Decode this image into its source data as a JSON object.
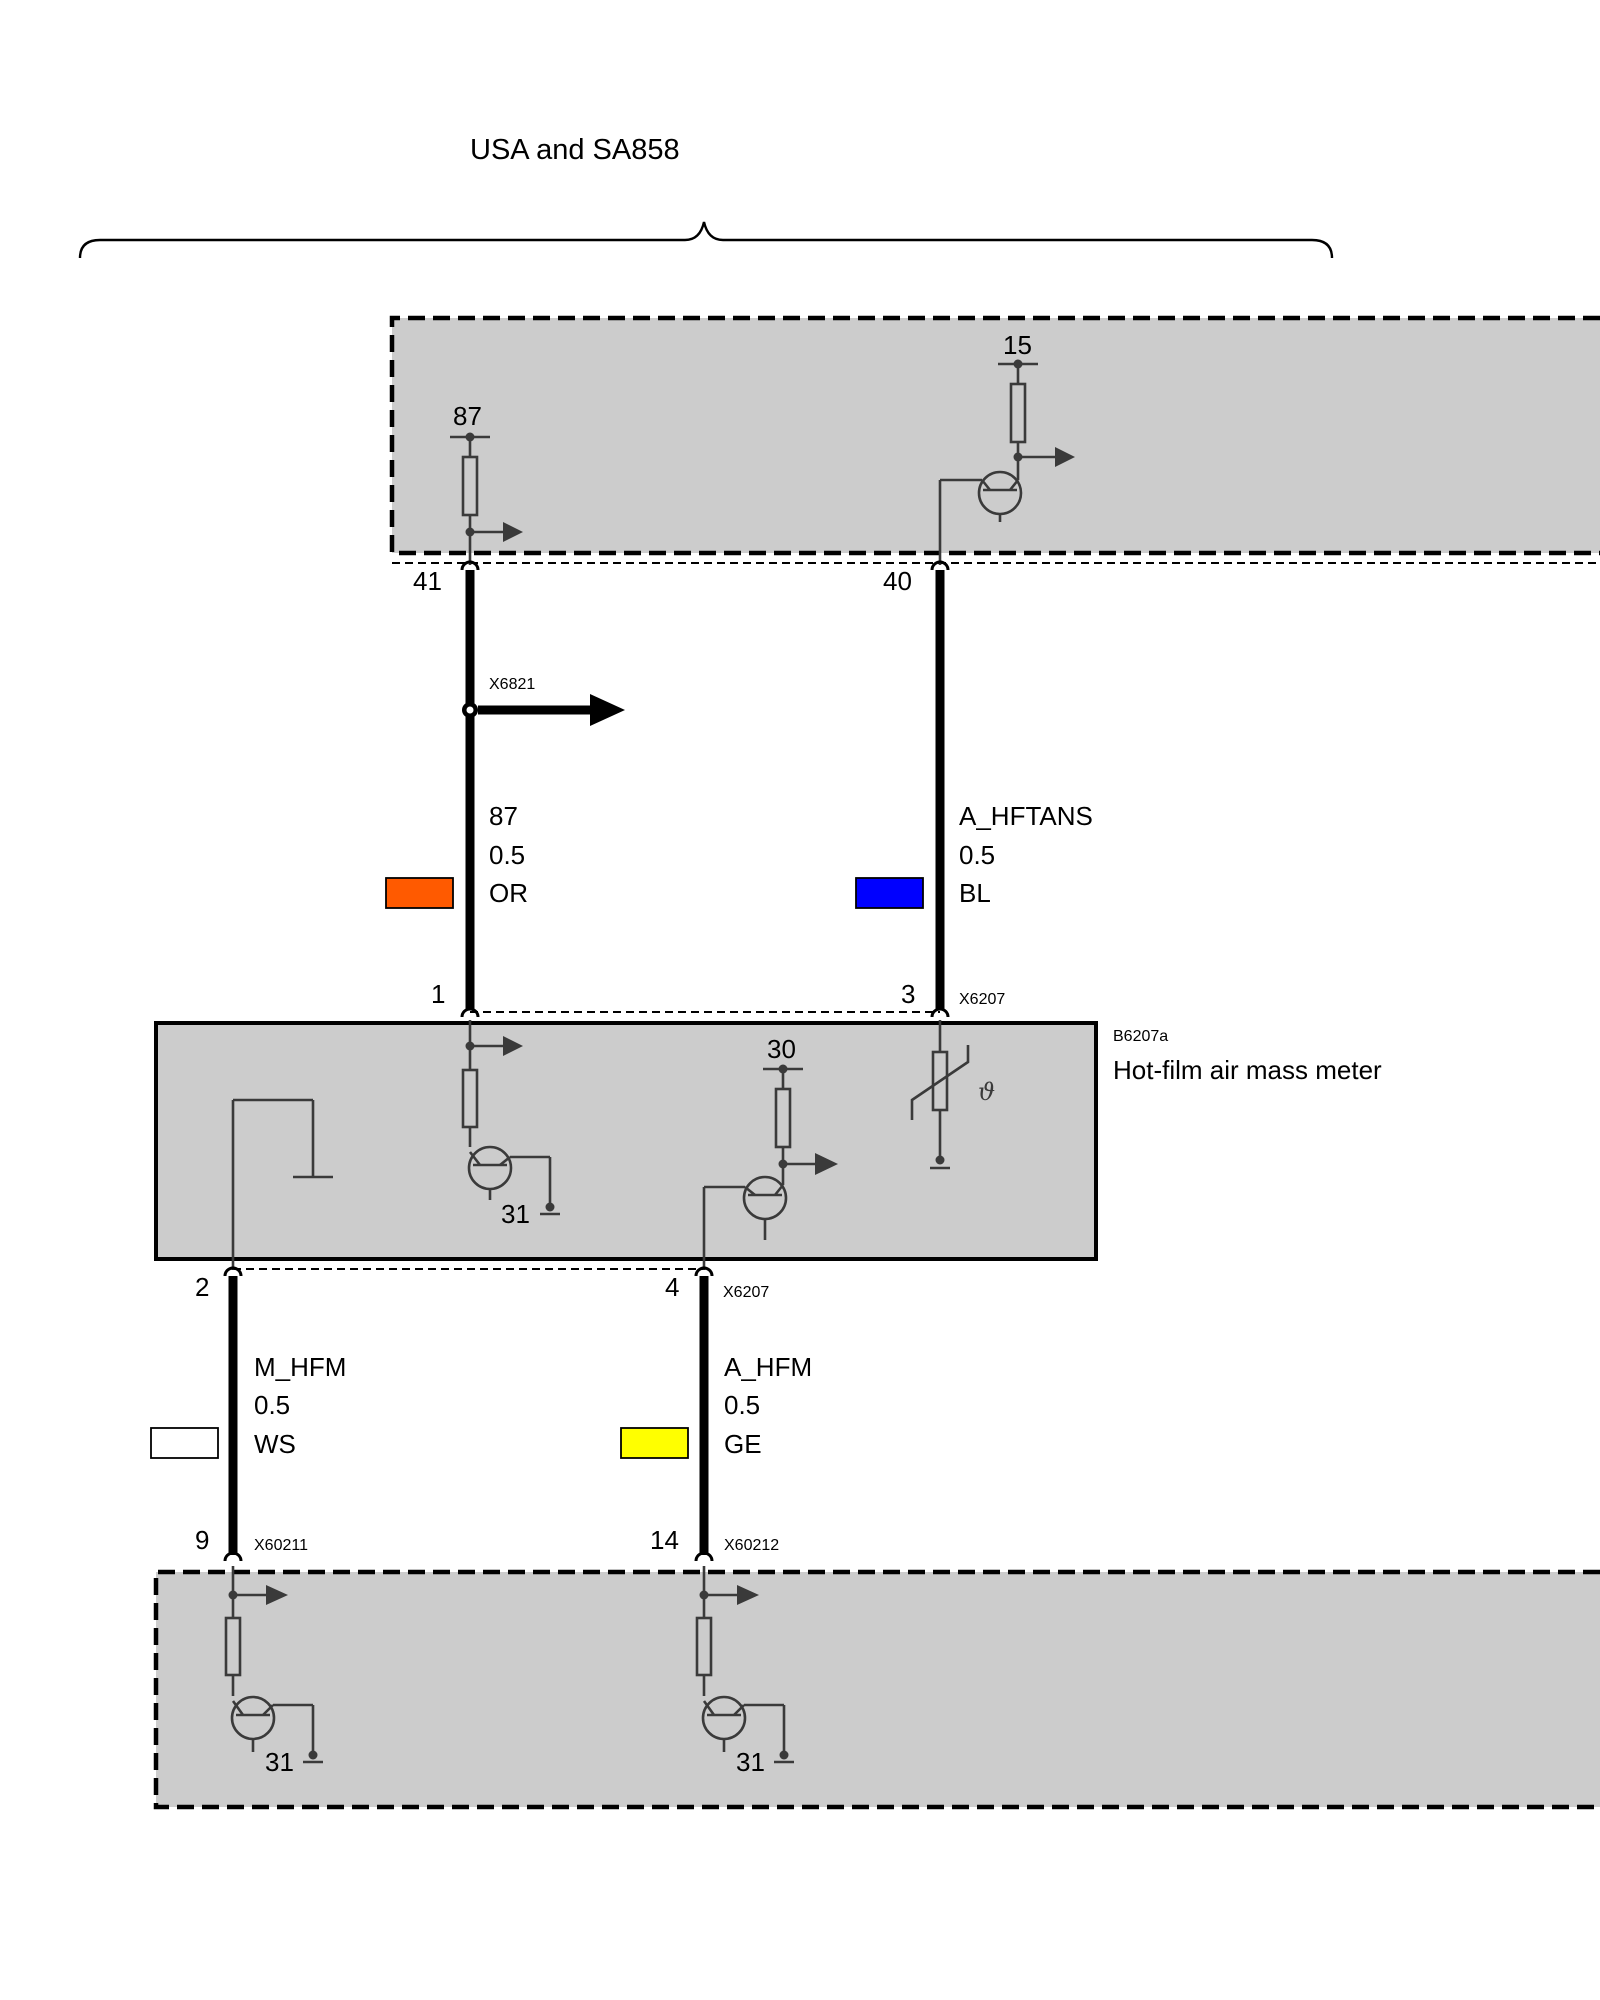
{
  "header": {
    "variant_label": "USA and SA858"
  },
  "control_unit_top": {
    "supply_87": "87",
    "supply_15": "15",
    "pin_41": "41",
    "pin_40": "40"
  },
  "splice": {
    "label": "X6821"
  },
  "wires": {
    "w87": {
      "signal": "87",
      "cross_section": "0.5",
      "color_code": "OR",
      "swatch": "#ff5a00"
    },
    "w_hftans": {
      "signal": "A_HFTANS",
      "cross_section": "0.5",
      "color_code": "BL",
      "swatch": "#0000ff"
    },
    "w_mhfm": {
      "signal": "M_HFM",
      "cross_section": "0.5",
      "color_code": "WS",
      "swatch": "#ffffff"
    },
    "w_ahfm": {
      "signal": "A_HFM",
      "cross_section": "0.5",
      "color_code": "GE",
      "swatch": "#ffff00"
    }
  },
  "sensor": {
    "code": "B6207a",
    "name": "Hot-film air mass meter",
    "connector": "X6207",
    "pin_1": "1",
    "pin_3": "3",
    "pin_2": "2",
    "pin_4": "4",
    "supply_30": "30",
    "ground_31": "31",
    "theta_symbol": "ϑ"
  },
  "control_unit_bottom": {
    "pin_9": "9",
    "pin_14": "14",
    "connector_9": "X60211",
    "connector_14": "X60212",
    "ground_31_a": "31",
    "ground_31_b": "31"
  }
}
